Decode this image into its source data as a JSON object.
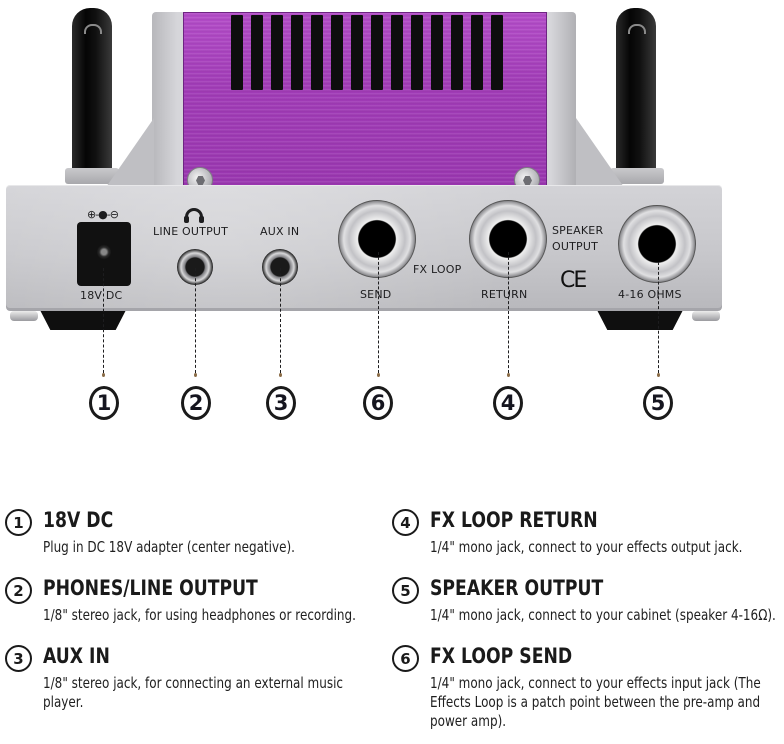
{
  "diagram": {
    "subject": "Mini tube amp head - rear panel",
    "colors": {
      "plate_purple": "#a23cb8",
      "chassis_silver": "#c9c9cd",
      "tube_black": "#0a0a0a",
      "text": "#1a1a1a"
    },
    "panel_labels": {
      "polarity": "⊕-●-⊖",
      "dc": "18V DC",
      "line_output": "LINE OUTPUT",
      "aux_in": "AUX IN",
      "fx_loop": "FX LOOP",
      "send": "SEND",
      "return": "RETURN",
      "speaker_output_line1": "SPEAKER",
      "speaker_output_line2": "OUTPUT",
      "ohms": "4-16 OHMS",
      "ce_mark": "CE"
    },
    "markers": [
      {
        "num": "1",
        "target": "dc-jack"
      },
      {
        "num": "2",
        "target": "line-output-jack"
      },
      {
        "num": "3",
        "target": "aux-in-jack"
      },
      {
        "num": "6",
        "target": "fx-send-jack"
      },
      {
        "num": "4",
        "target": "fx-return-jack"
      },
      {
        "num": "5",
        "target": "speaker-output-jack"
      }
    ]
  },
  "legend": [
    {
      "num": "1",
      "title": "18V DC",
      "desc": "Plug in DC 18V adapter (center negative)."
    },
    {
      "num": "2",
      "title": "PHONES/LINE OUTPUT",
      "desc": "1/8\" stereo jack, for using headphones or recording."
    },
    {
      "num": "3",
      "title": "AUX IN",
      "desc": "1/8\" stereo jack, for connecting an external music player."
    },
    {
      "num": "4",
      "title": "FX LOOP RETURN",
      "desc": "1/4\" mono jack, connect to your effects output jack."
    },
    {
      "num": "5",
      "title": "SPEAKER OUTPUT",
      "desc": "1/4\" mono jack, connect to your cabinet (speaker 4-16Ω)."
    },
    {
      "num": "6",
      "title": "FX LOOP SEND",
      "desc": "1/4\" mono jack, connect to your effects input jack (The Effects Loop is a patch point between the pre-amp and power amp)."
    }
  ]
}
